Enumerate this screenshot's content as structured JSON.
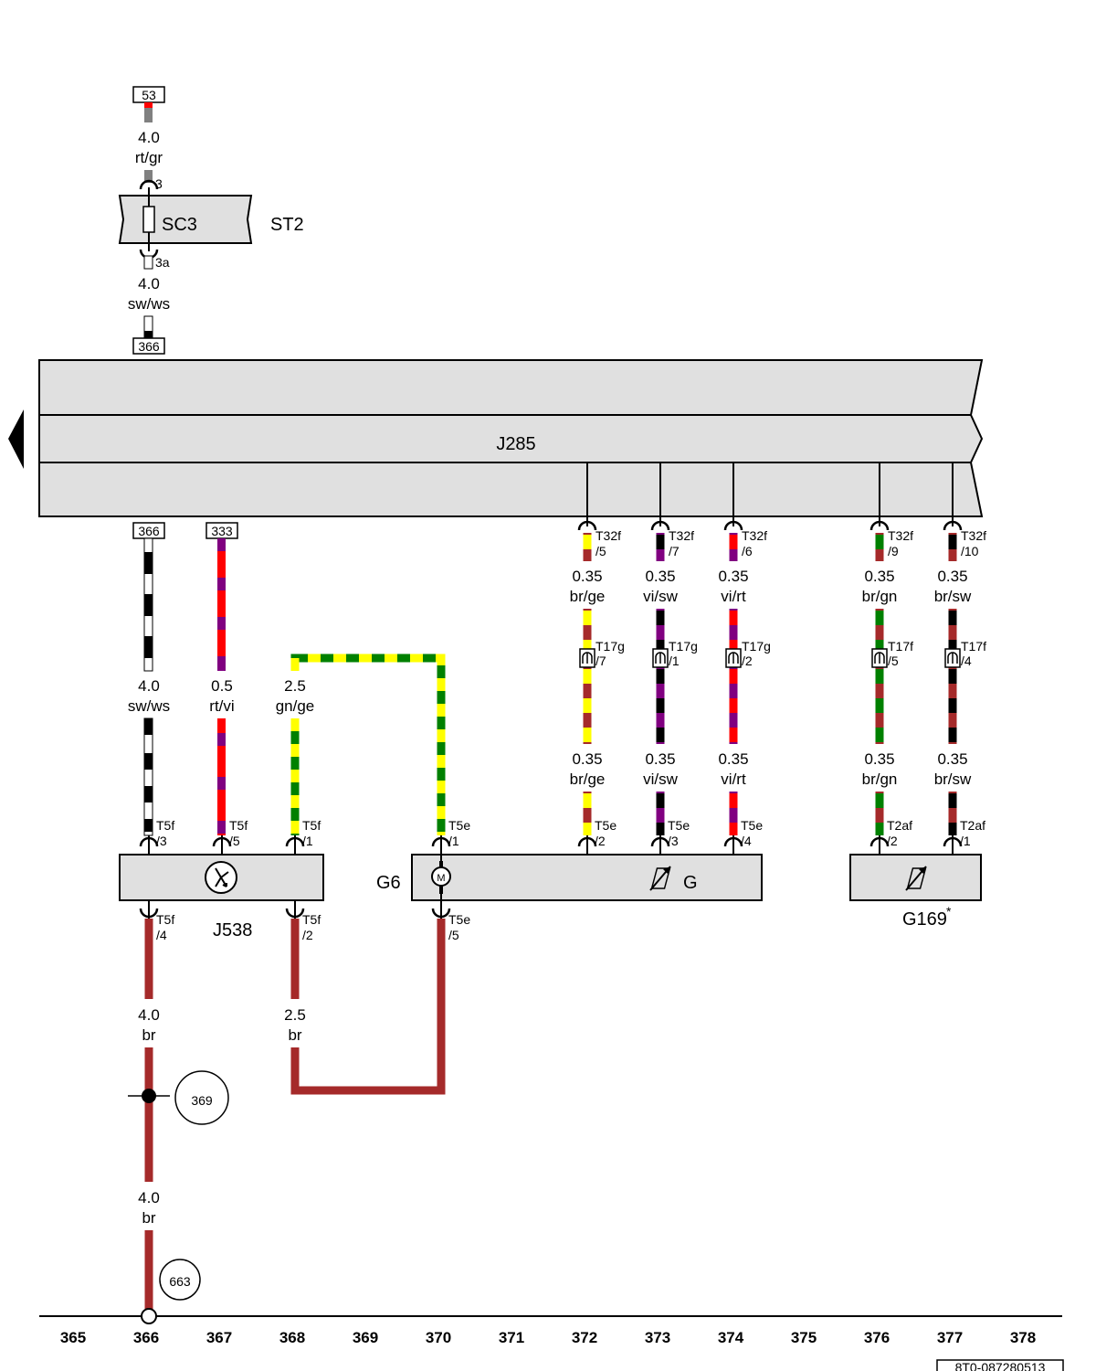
{
  "modules": {
    "j285": "J285",
    "st2": "ST2",
    "sc3": "SC3",
    "j538": "J538",
    "g6": "G6",
    "g": "G",
    "g169": "G169",
    "g169_star": "*"
  },
  "refs": {
    "top_53": "53",
    "top_366": "366",
    "bot_366": "366",
    "bot_333": "333",
    "circle_369": "369",
    "circle_663": "663"
  },
  "fuse": {
    "pin_in": "3",
    "pin_out": "3a"
  },
  "wires": [
    {
      "size": "4.0",
      "color": "rt/gr"
    },
    {
      "size": "4.0",
      "color": "sw/ws"
    },
    {
      "size": "4.0",
      "color": "sw/ws"
    },
    {
      "size": "0.5",
      "color": "rt/vi"
    },
    {
      "size": "2.5",
      "color": "gn/ge"
    },
    {
      "size": "4.0",
      "color": "br"
    },
    {
      "size": "2.5",
      "color": "br"
    },
    {
      "size": "4.0",
      "color": "br"
    },
    {
      "size": "0.35",
      "color": "br/ge"
    },
    {
      "size": "0.35",
      "color": "vi/sw"
    },
    {
      "size": "0.35",
      "color": "vi/rt"
    },
    {
      "size": "0.35",
      "color": "br/gn"
    },
    {
      "size": "0.35",
      "color": "br/sw"
    },
    {
      "size": "0.35",
      "color": "br/ge"
    },
    {
      "size": "0.35",
      "color": "vi/sw"
    },
    {
      "size": "0.35",
      "color": "vi/rt"
    },
    {
      "size": "0.35",
      "color": "br/gn"
    },
    {
      "size": "0.35",
      "color": "br/sw"
    }
  ],
  "connectors": {
    "t32f": [
      "T32f",
      "/5",
      "T32f",
      "/7",
      "T32f",
      "/6",
      "T32f",
      "/9",
      "T32f",
      "/10"
    ],
    "t17": [
      "T17g",
      "/7",
      "T17g",
      "/1",
      "T17g",
      "/2",
      "T17f",
      "/5",
      "T17f",
      "/4"
    ],
    "lower": [
      "T5f",
      "/3",
      "T5f",
      "/5",
      "T5f",
      "/1",
      "T5e",
      "/1",
      "T5e",
      "/2",
      "T5e",
      "/3",
      "T5e",
      "/4",
      "T2af",
      "/2",
      "T2af",
      "/1"
    ],
    "below": [
      "T5f",
      "/4",
      "T5f",
      "/2",
      "T5e",
      "/5"
    ]
  },
  "columns": [
    "365",
    "366",
    "367",
    "368",
    "369",
    "370",
    "371",
    "372",
    "373",
    "374",
    "375",
    "376",
    "377",
    "378"
  ],
  "doc_id": "8T0-087280513",
  "wire_colors": {
    "br": "#a52a2a",
    "gr": "#808080",
    "rt": "#ff0000",
    "vi": "#800080",
    "gn": "#008000",
    "ge": "#ffff00",
    "sw": "#000000",
    "ws": "#ffffff",
    "panel": "#e0e0e0"
  }
}
